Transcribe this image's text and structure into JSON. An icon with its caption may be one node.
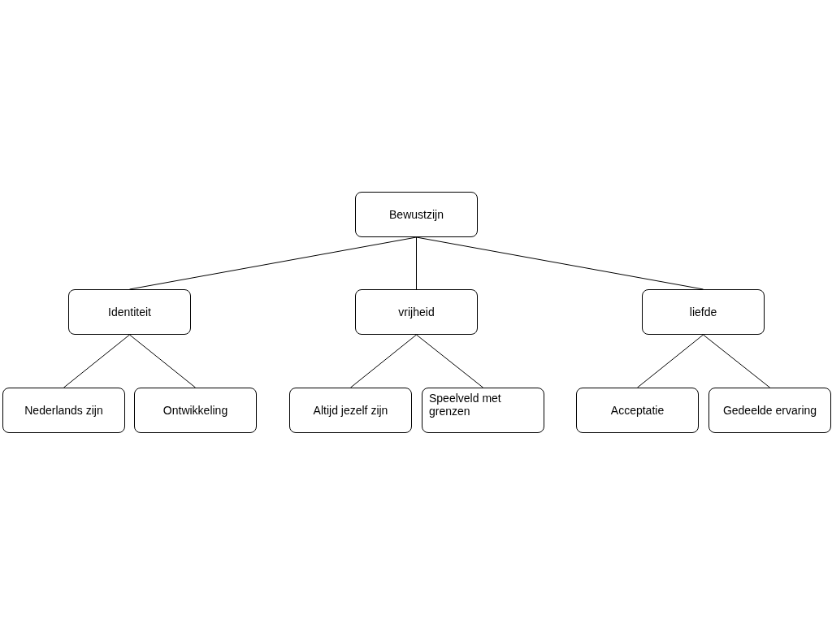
{
  "diagram": {
    "nodes": [
      {
        "text": [
          "Bewustzijn"
        ]
      },
      {
        "text": [
          "Identiteit"
        ]
      },
      {
        "text": [
          "vrijheid"
        ]
      },
      {
        "text": [
          "liefde"
        ]
      },
      {
        "text": [
          "Nederlands zijn"
        ]
      },
      {
        "text": [
          "Ontwikkeling"
        ]
      },
      {
        "text": [
          "Altijd jezelf zijn"
        ]
      },
      {
        "text": [
          "Speelveld met grenzen"
        ]
      },
      {
        "text": [
          "Acceptatie"
        ]
      },
      {
        "text": [
          "Gedeelde ervaring"
        ]
      }
    ],
    "edges": [
      {
        "from": 0,
        "to": 1,
        "arrow": "none"
      },
      {
        "from": 0,
        "to": 2,
        "arrow": "none"
      },
      {
        "from": 0,
        "to": 3,
        "arrow": "none"
      },
      {
        "from": 1,
        "to": 4,
        "arrow": "none"
      },
      {
        "from": 1,
        "to": 5,
        "arrow": "none"
      },
      {
        "from": 2,
        "to": 6,
        "arrow": "none"
      },
      {
        "from": 2,
        "to": 7,
        "arrow": "none"
      },
      {
        "from": 3,
        "to": 8,
        "arrow": "none"
      },
      {
        "from": 3,
        "to": 9,
        "arrow": "none"
      }
    ]
  }
}
